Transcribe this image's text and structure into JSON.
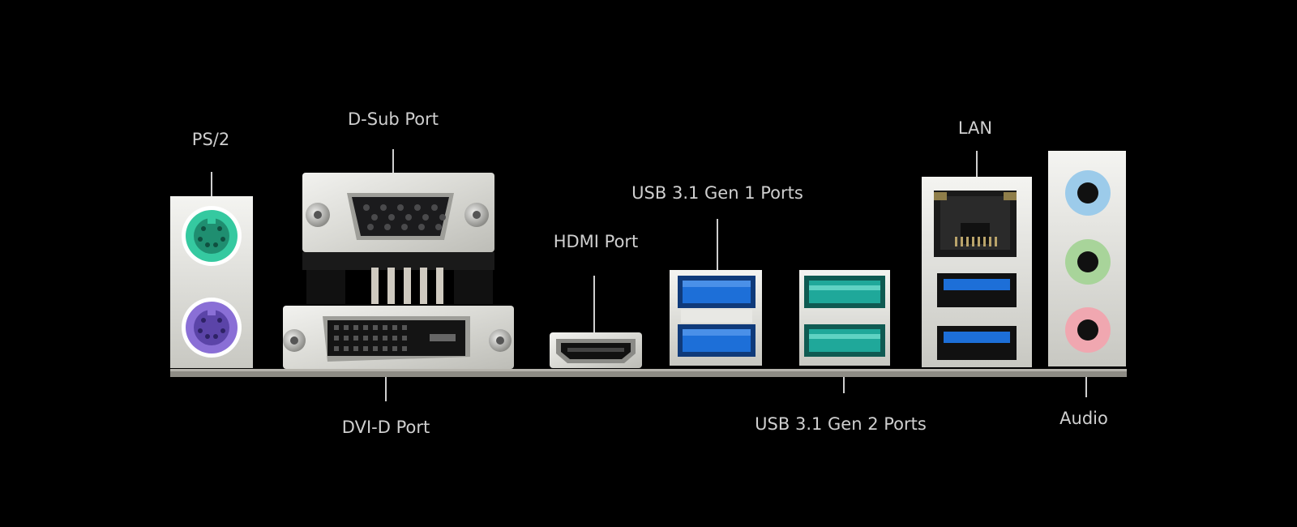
{
  "labels": {
    "ps2": "PS/2",
    "dsub": "D-Sub Port",
    "dvid": "DVI-D Port",
    "hdmi": "HDMI Port",
    "usb_gen1": "USB 3.1 Gen 1 Ports",
    "usb_gen2": "USB 3.1 Gen 2 Ports",
    "lan": "LAN",
    "audio": "Audio"
  },
  "colors": {
    "background": "#000000",
    "label_text": "#cfcfcf",
    "io_shield": "#e9e9e4",
    "ps2_keyboard": "#35c9a0",
    "ps2_mouse": "#8a6fd6",
    "usb_gen1_blue": "#1d6fd8",
    "usb_gen2_teal": "#1fa89a",
    "audio_line_in": "#9ccbea",
    "audio_line_out": "#a8d49a",
    "audio_mic": "#f0a7b0"
  },
  "icons": [
    "ps2-keyboard-port-icon",
    "ps2-mouse-port-icon",
    "vga-port-icon",
    "dvi-port-icon",
    "hdmi-port-icon",
    "usb-port-icon",
    "ethernet-port-icon",
    "audio-jack-icon"
  ]
}
